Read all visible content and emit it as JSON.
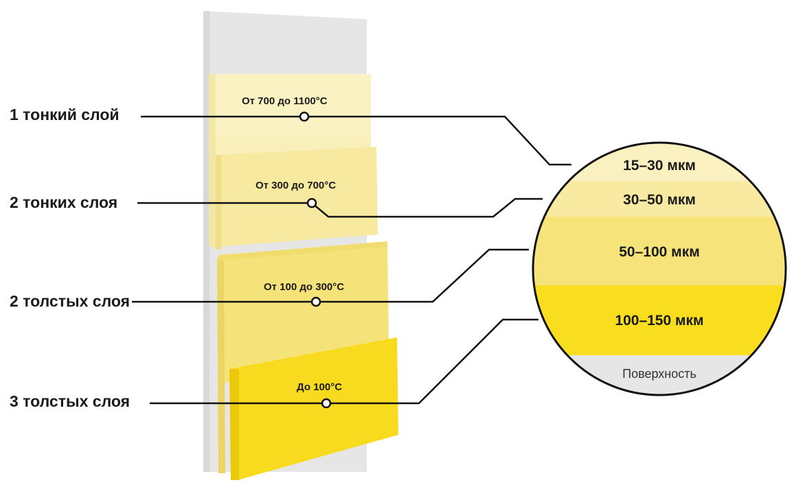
{
  "colors": {
    "surface": "#e8e8e8",
    "layer1": "#f8eeb4",
    "layer2": "#f7e89a",
    "layer3": "#f5e27a",
    "layer4": "#f7db1e",
    "line": "#111111"
  },
  "left_labels": [
    "1 тонкий слой",
    "2 тонких слоя",
    "2 толстых слоя",
    "3 толстых слоя"
  ],
  "temperatures": [
    "От 700 до 1100°С",
    "От 300 до 700°С",
    "От 100 до 300°С",
    "До 100°С"
  ],
  "thickness": [
    "15–30 мкм",
    "30–50 мкм",
    "50–100 мкм",
    "100–150 мкм"
  ],
  "surface_label": "Поверхность"
}
